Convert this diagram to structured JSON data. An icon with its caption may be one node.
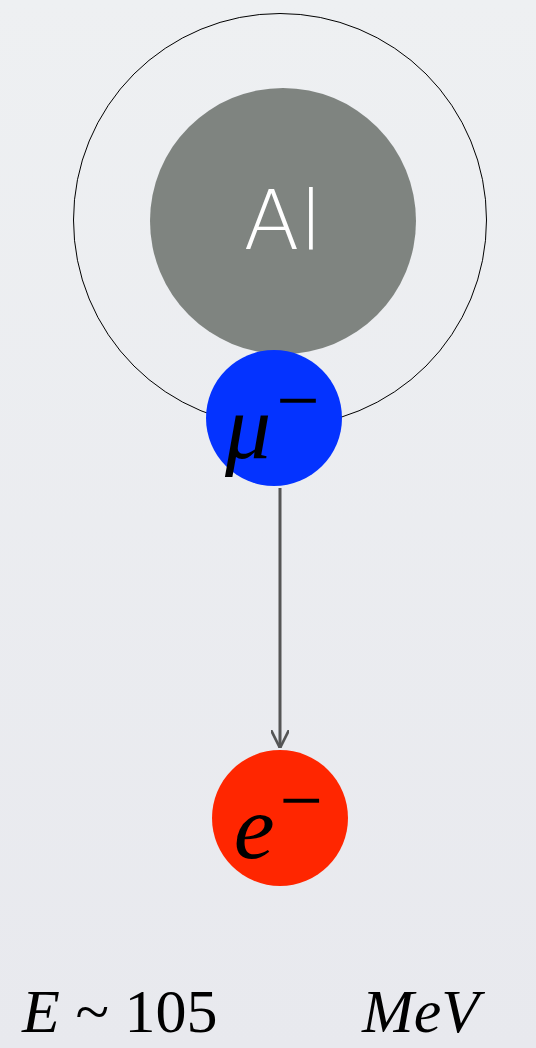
{
  "diagram": {
    "nodes": [
      {
        "text": [],
        "shape": "circle"
      },
      {
        "text": [
          "Al"
        ],
        "in": 0
      },
      {
        "text": [
          "μ$^{−}$"
        ]
      },
      {
        "text": [
          "e$^{−}$"
        ]
      }
    ],
    "edges": [
      {
        "from": 2,
        "to": 3,
        "arrow": "to"
      }
    ],
    "labels": [
      "*E* ~ 105",
      "MeV"
    ]
  }
}
